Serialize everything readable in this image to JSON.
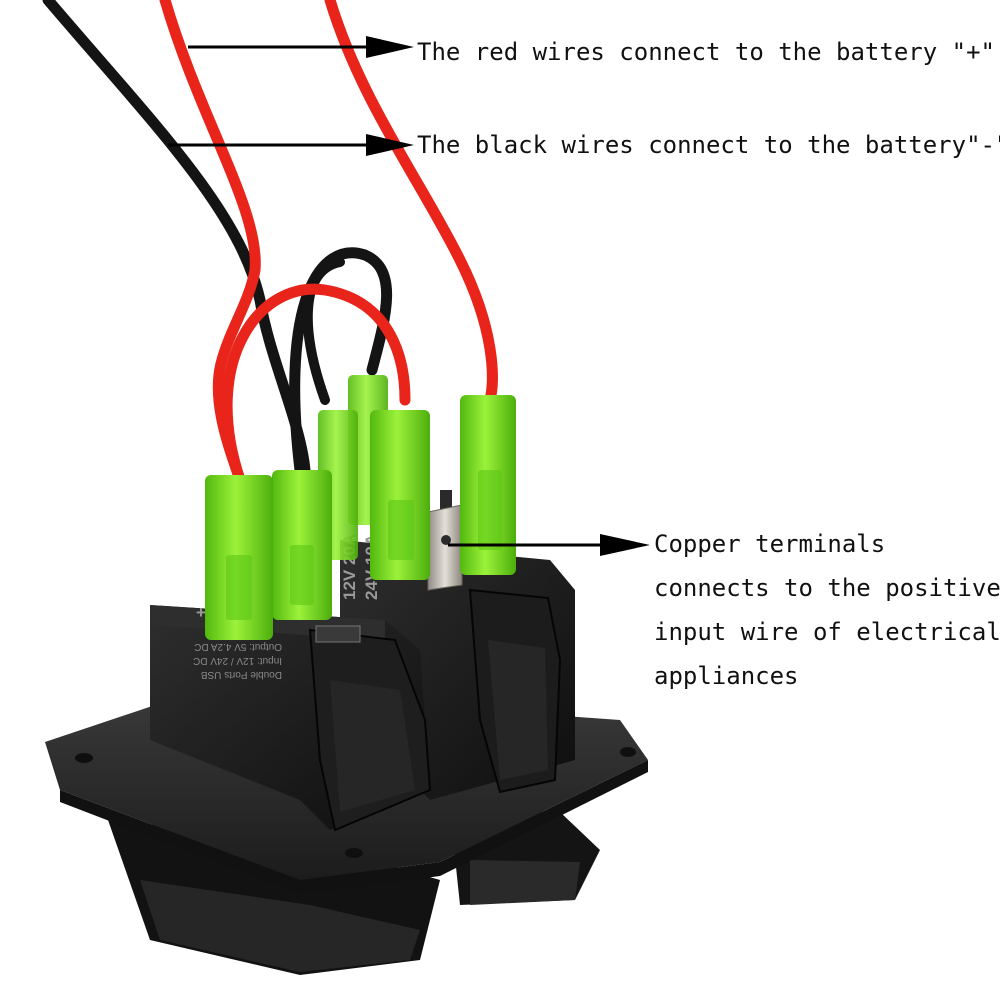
{
  "annotations": {
    "red_wires": "The red wires connect to the battery \"+\"",
    "black_wires": "The black wires connect to the battery\"-\"",
    "copper_terminals": [
      "Copper terminals",
      "connects to the positive",
      "input wire of electrical",
      "appliances"
    ]
  },
  "printed_on_device": {
    "usb_label": [
      "Double Ports USB",
      "Input: 12V / 24V DC",
      "Output: 5V 4.2A DC"
    ],
    "rating_label": [
      "12V 20A",
      "24V 10A"
    ],
    "plus_mark": "+"
  },
  "colors": {
    "red_wire": "#e8241b",
    "black_wire": "#141414",
    "green_connector": "#7be21c",
    "switch_body": "#1a1a1a",
    "panel": "#2a2a2a",
    "copper_terminal": "#b9b4aa"
  }
}
